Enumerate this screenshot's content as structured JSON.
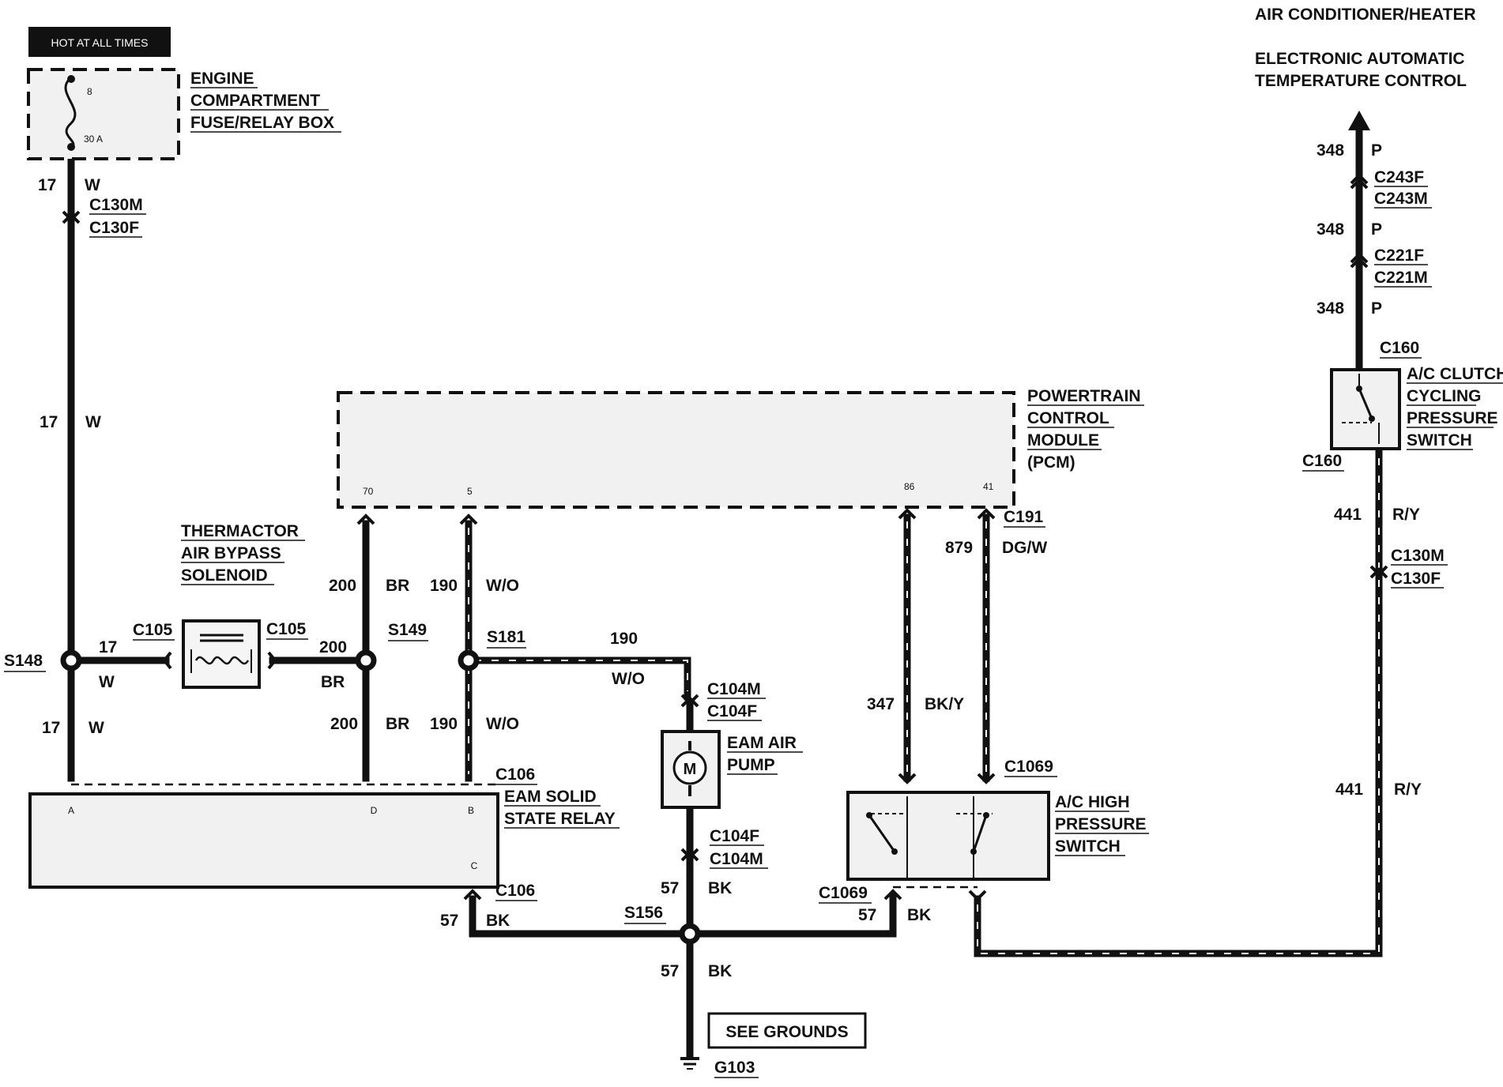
{
  "title": {
    "line1": "AIR CONDITIONER/HEATER",
    "line2": "ELECTRONIC AUTOMATIC",
    "line3": "TEMPERATURE CONTROL"
  },
  "hot_badge": "HOT AT ALL TIMES",
  "fuse_box": {
    "label": [
      "ENGINE",
      "COMPARTMENT",
      "FUSE/RELAY BOX"
    ],
    "fuse_number": "8",
    "fuse_rating": "30 A"
  },
  "pcm": {
    "label": [
      "POWERTRAIN",
      "CONTROL",
      "MODULE",
      "(PCM)"
    ],
    "pins": [
      "70",
      "5",
      "86",
      "41"
    ]
  },
  "thermactor": {
    "label": [
      "THERMACTOR",
      "AIR BYPASS",
      "SOLENOID"
    ]
  },
  "relay": {
    "label": [
      "EAM SOLID",
      "STATE RELAY"
    ],
    "pins": [
      "A",
      "D",
      "B",
      "C"
    ]
  },
  "pump": {
    "label": [
      "EAM AIR",
      "PUMP"
    ],
    "symbol": "M"
  },
  "hp_switch": {
    "label": [
      "A/C HIGH",
      "PRESSURE",
      "SWITCH"
    ]
  },
  "cycling_switch": {
    "label": [
      "A/C CLUTCH",
      "CYCLING",
      "PRESSURE",
      "SWITCH"
    ]
  },
  "grounds": {
    "box_label": "SEE GROUNDS",
    "ground_id": "G103"
  },
  "connectors": {
    "c130m": "C130M",
    "c130f": "C130F",
    "c105": "C105",
    "c106": "C106",
    "c104m": "C104M",
    "c104f": "C104F",
    "c191": "C191",
    "c1069": "C1069",
    "c160": "C160",
    "c243f": "C243F",
    "c243m": "C243M",
    "c221f": "C221F",
    "c221m": "C221M"
  },
  "splices": {
    "s148": "S148",
    "s149": "S149",
    "s181": "S181",
    "s156": "S156"
  },
  "circuits": {
    "c17": "17",
    "c200": "200",
    "c190": "190",
    "c57": "57",
    "c347": "347",
    "c879": "879",
    "c441": "441",
    "c348": "348"
  },
  "wire_colors": {
    "w": "W",
    "br": "BR",
    "wo": "W/O",
    "bk": "BK",
    "bky": "BK/Y",
    "dgw": "DG/W",
    "ry": "R/Y",
    "p": "P"
  }
}
